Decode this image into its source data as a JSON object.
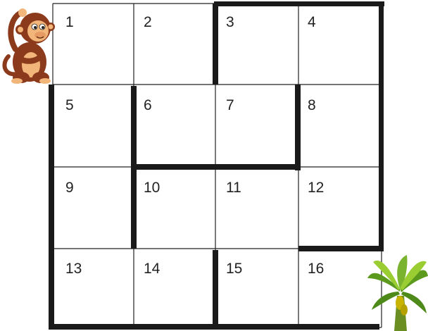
{
  "maze": {
    "cells": [
      {
        "n": "1"
      },
      {
        "n": "2"
      },
      {
        "n": "3"
      },
      {
        "n": "4"
      },
      {
        "n": "5"
      },
      {
        "n": "6"
      },
      {
        "n": "7"
      },
      {
        "n": "8"
      },
      {
        "n": "9"
      },
      {
        "n": "10"
      },
      {
        "n": "11"
      },
      {
        "n": "12"
      },
      {
        "n": "13"
      },
      {
        "n": "14"
      },
      {
        "n": "15"
      },
      {
        "n": "16"
      }
    ]
  },
  "characters": {
    "start_icon": "monkey-icon",
    "goal_icon": "banana-tree-icon"
  },
  "colors": {
    "wall": "#1a1a1a",
    "grid": "#222222",
    "cell": "#ffffff",
    "monkey_fur": "#8b3a1c",
    "monkey_face": "#f2b57a",
    "leaf": "#5c9a1e",
    "leaf_light": "#9acd32",
    "trunk": "#6b8e23"
  }
}
